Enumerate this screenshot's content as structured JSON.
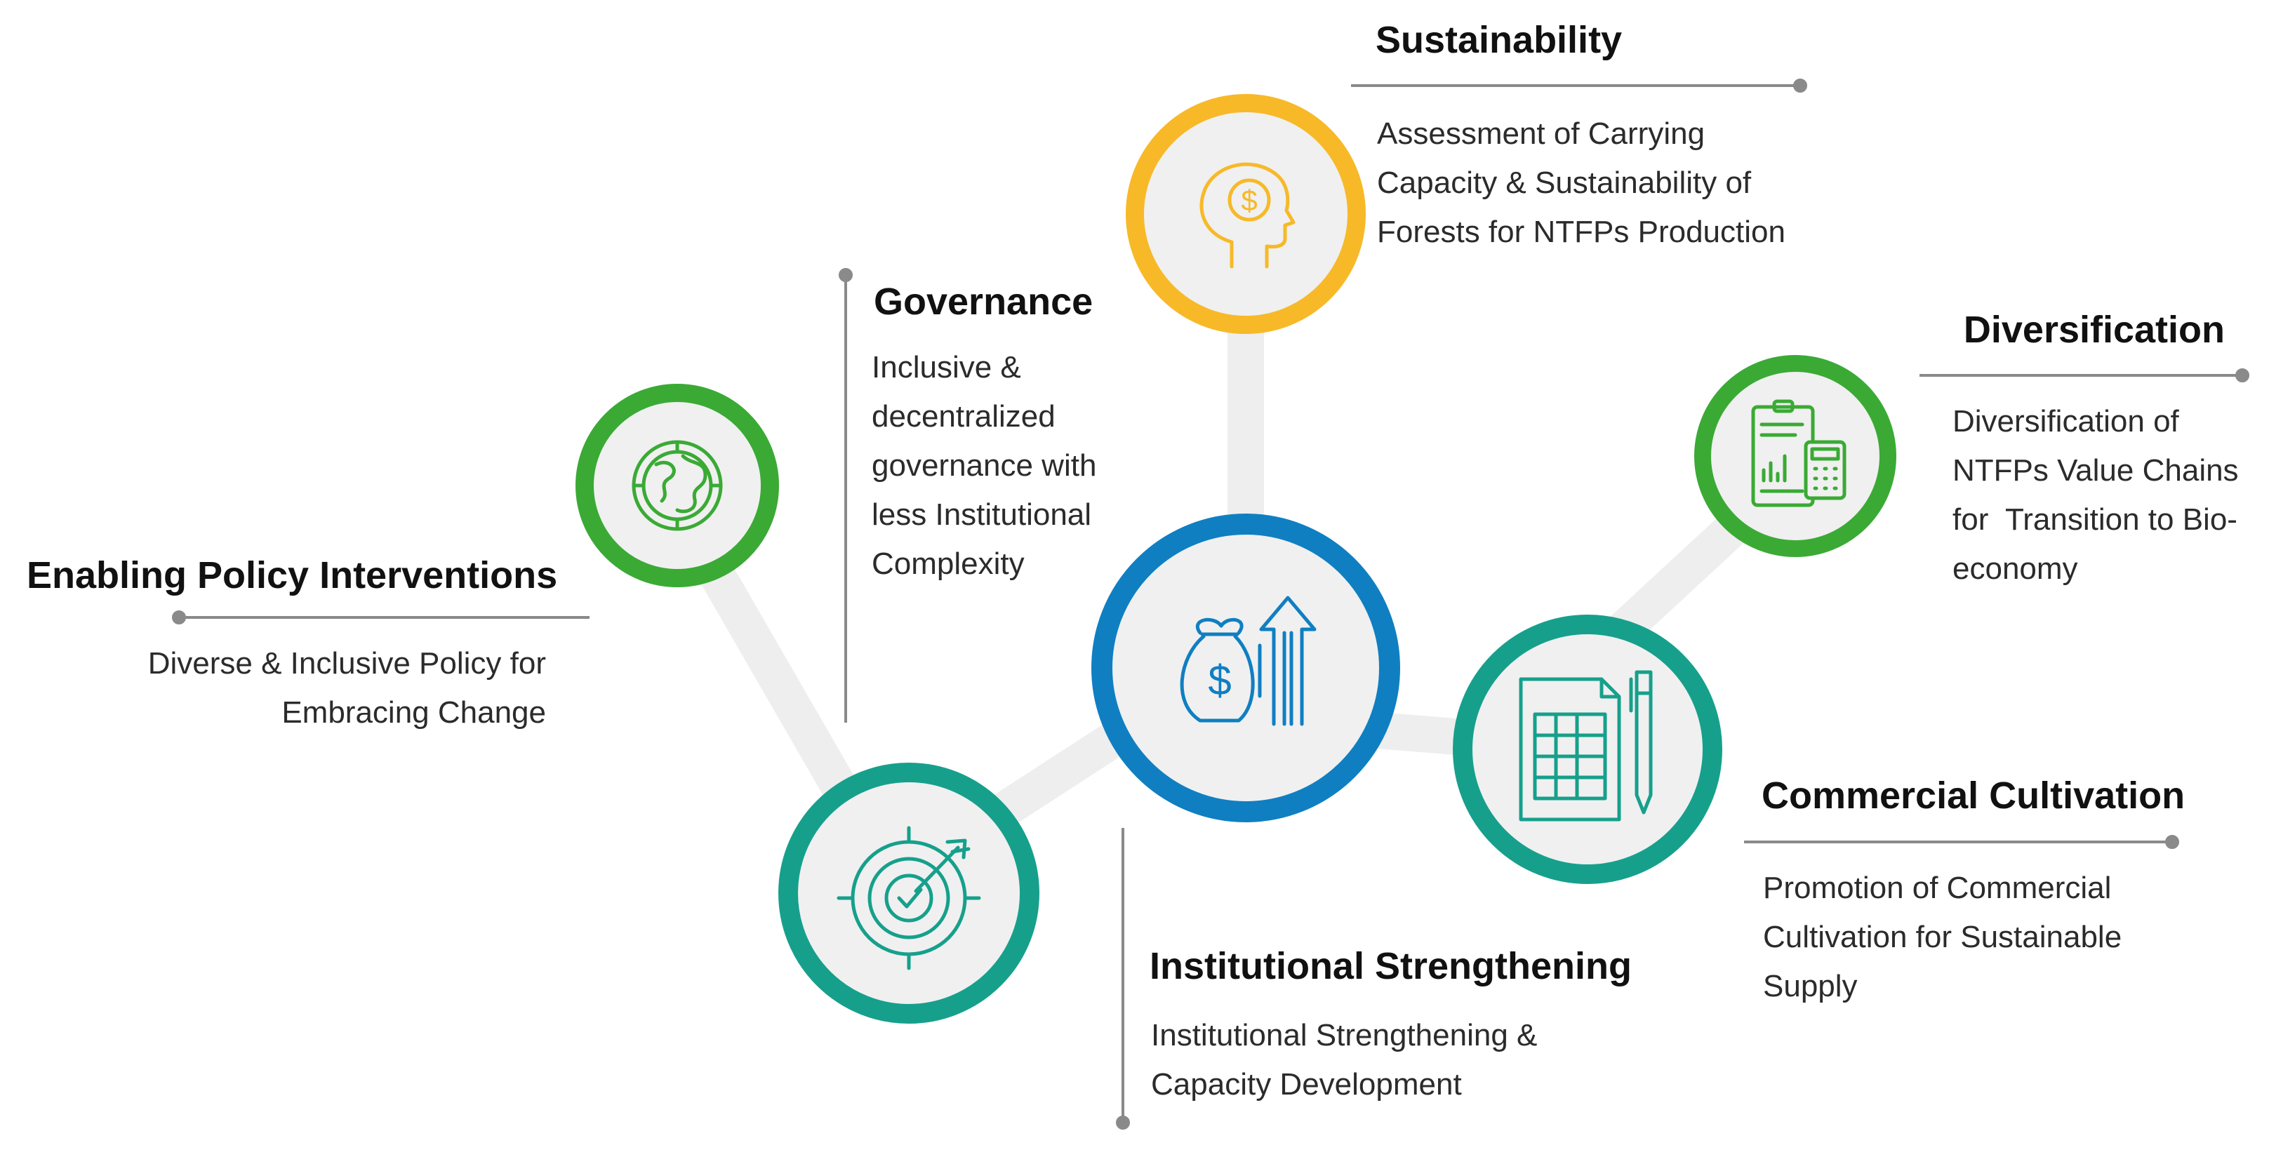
{
  "colors": {
    "green": "#3aaa35",
    "teal": "#16a08c",
    "blue": "#0f7fc2",
    "yellow": "#f7b928",
    "connector": "#eeeeee",
    "circle_fill": "#f0f0f0",
    "line_gray": "#8a8a8a"
  },
  "center": {
    "icon": "money-bag-growth-icon"
  },
  "nodes": {
    "sustainability": {
      "title": "Sustainability",
      "lines": [
        "Assessment of Carrying",
        "Capacity & Sustainability of",
        "Forests for NTFPs Production"
      ],
      "icon": "head-dollar-icon"
    },
    "governance": {
      "title": "Governance",
      "lines": [
        "Inclusive &",
        "decentralized",
        "governance with",
        "less Institutional",
        "Complexity"
      ],
      "icon": "globe-icon"
    },
    "diversification": {
      "title": "Diversification",
      "lines": [
        "Diversification of",
        "NTFPs Value Chains",
        "for  Transition to Bio-",
        "economy"
      ],
      "icon": "report-calculator-icon"
    },
    "enabling_policy": {
      "title": "Enabling Policy Interventions",
      "lines": [
        "Diverse & Inclusive Policy for",
        "Embracing Change"
      ],
      "icon": "target-check-icon"
    },
    "commercial": {
      "title": "Commercial Cultivation",
      "lines": [
        "Promotion of Commercial",
        "Cultivation for Sustainable",
        "Supply"
      ],
      "icon": "spreadsheet-pen-icon"
    },
    "institutional": {
      "title": "Institutional Strengthening",
      "lines": [
        "Institutional Strengthening &",
        "Capacity Development"
      ]
    }
  }
}
